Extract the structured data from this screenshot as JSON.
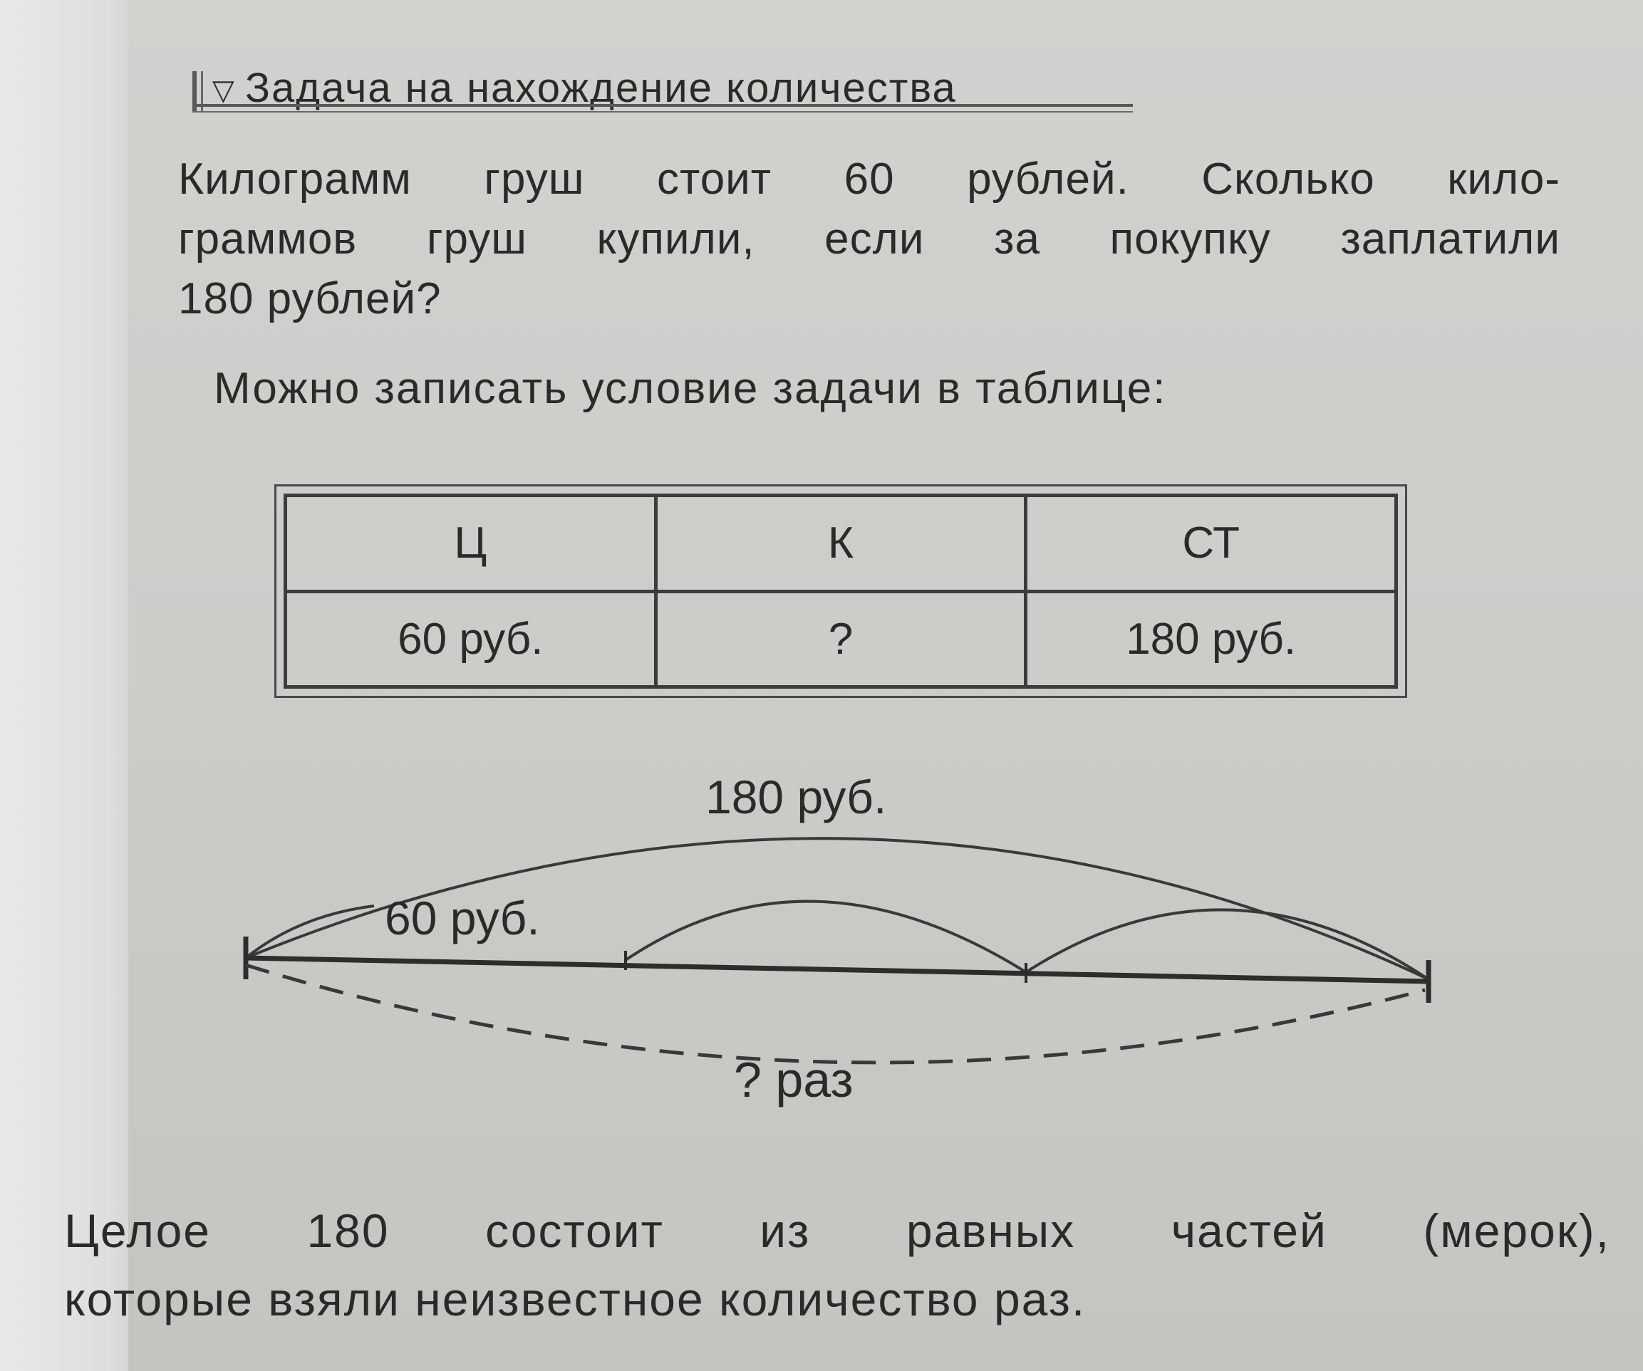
{
  "heading": {
    "icon": "triangle-down-icon",
    "title": "Задача на нахождение количества"
  },
  "problem_lines": [
    "Килограмм груш стоит 60 рублей. Сколько кило-",
    "граммов груш купили, если за покупку заплатили",
    "180 рублей?"
  ],
  "prompt": "Можно записать условие задачи в таблице:",
  "table": {
    "headers": [
      "Ц",
      "К",
      "СТ"
    ],
    "row": [
      "60 руб.",
      "?",
      "180 руб."
    ]
  },
  "diagram": {
    "total_label": "180 руб.",
    "part_label": "60 руб.",
    "question_label": "? раз",
    "parts": 3
  },
  "conclusion_lines": [
    "Целое 180 состоит из равных частей (мерок),",
    "которые взяли неизвестное количество раз."
  ]
}
